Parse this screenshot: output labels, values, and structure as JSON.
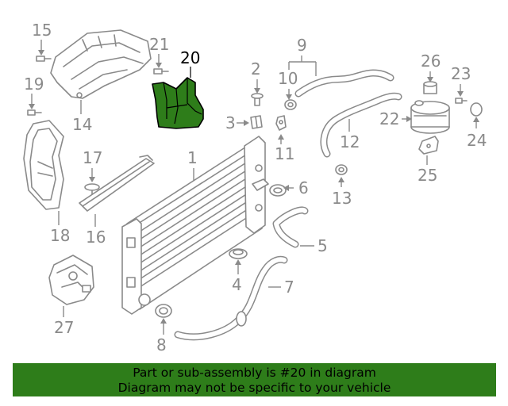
{
  "callouts": {
    "c1": "1",
    "c2": "2",
    "c3": "3",
    "c4": "4",
    "c5": "5",
    "c6": "6",
    "c7": "7",
    "c8": "8",
    "c9": "9",
    "c10": "10",
    "c11": "11",
    "c12": "12",
    "c13": "13",
    "c14": "14",
    "c15": "15",
    "c16": "16",
    "c17": "17",
    "c18": "18",
    "c19": "19",
    "c20": "20",
    "c21": "21",
    "c22": "22",
    "c23": "23",
    "c24": "24",
    "c25": "25",
    "c26": "26",
    "c27": "27"
  },
  "highlight": {
    "part_number": "20",
    "color": "#2e7d1a"
  },
  "banner": {
    "line1": "Part or sub-assembly is #20 in diagram",
    "line2": "Diagram may not be specific to your vehicle",
    "background": "#2e7d1a"
  }
}
